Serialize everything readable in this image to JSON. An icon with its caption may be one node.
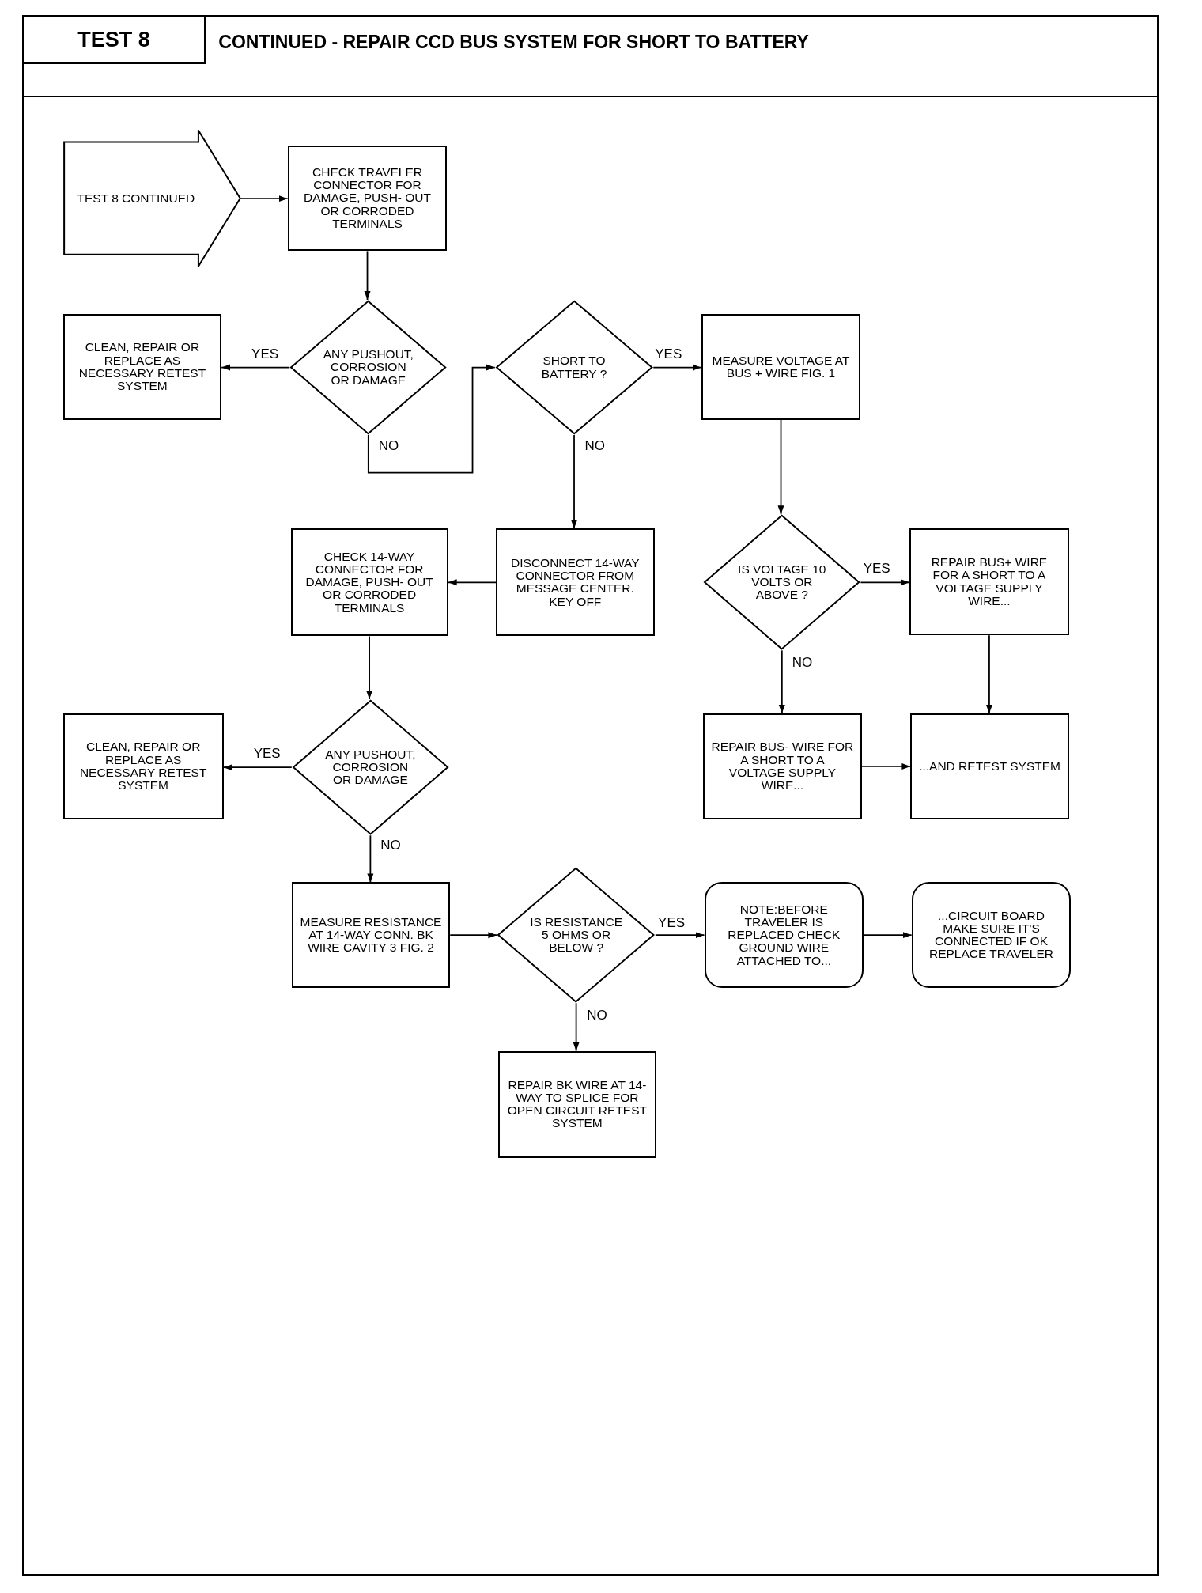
{
  "diagram": {
    "title": "CONTINUED - REPAIR CCD BUS SYSTEM FOR SHORT TO BATTERY",
    "nodes": [
      {
        "text": [
          "TEST 8 CONTINUED"
        ]
      },
      {
        "text": [
          "CHECK TRAVELER CONNECTOR FOR DAMAGE, PUSH- OUT OR CORRODED TERMINALS"
        ]
      },
      {
        "text": [
          "ANY PUSHOUT, CORROSION OR DAMAGE"
        ]
      },
      {
        "text": [
          "CLEAN, REPAIR OR REPLACE AS NECESSARY RETEST SYSTEM"
        ]
      },
      {
        "text": [
          "SHORT TO BATTERY ?"
        ]
      },
      {
        "text": [
          "MEASURE VOLTAGE AT BUS + WIRE FIG. 1"
        ]
      },
      {
        "text": [
          "DISCONNECT 14-WAY CONNECTOR FROM MESSAGE CENTER. KEY OFF"
        ]
      },
      {
        "text": [
          "CHECK 14-WAY CONNECTOR FOR DAMAGE, PUSH- OUT OR CORRODED TERMINALS"
        ]
      },
      {
        "text": [
          "IS VOLTAGE 10 VOLTS OR ABOVE ?"
        ]
      },
      {
        "text": [
          "REPAIR BUS+ WIRE FOR A SHORT TO A VOLTAGE SUPPLY WIRE..."
        ]
      },
      {
        "text": [
          "REPAIR BUS- WIRE FOR A SHORT TO A VOLTAGE SUPPLY WIRE..."
        ]
      },
      {
        "text": [
          "...AND RETEST SYSTEM"
        ]
      },
      {
        "text": [
          "CLEAN, REPAIR OR REPLACE AS NECESSARY RETEST SYSTEM"
        ]
      },
      {
        "text": [
          "ANY PUSHOUT, CORROSION OR DAMAGE"
        ]
      },
      {
        "text": [
          "MEASURE RESISTANCE AT 14-WAY CONN. BK WIRE CAVITY 3 FIG. 2"
        ]
      },
      {
        "text": [
          "IS RESISTANCE 5 OHMS OR BELOW ?"
        ]
      },
      {
        "text": [
          "NOTE:BEFORE TRAVELER IS REPLACED CHECK GROUND WIRE ATTACHED TO..."
        ]
      },
      {
        "text": [
          "...CIRCUIT BOARD MAKE SURE IT'S CONNECTED IF OK REPLACE TRAVELER"
        ]
      },
      {
        "text": [
          "REPAIR BK WIRE AT 14-WAY TO SPLICE FOR OPEN CIRCUIT RETEST SYSTEM"
        ]
      }
    ],
    "edges": [
      {
        "from": 0,
        "to": 1,
        "arrow": "to"
      },
      {
        "from": 1,
        "to": 2,
        "arrow": "to"
      },
      {
        "from": 2,
        "to": 3,
        "arrow": "to",
        "label": "YES"
      },
      {
        "from": 2,
        "to": 4,
        "arrow": "to",
        "label": "NO"
      },
      {
        "from": 4,
        "to": 5,
        "arrow": "to",
        "label": "YES"
      },
      {
        "from": 4,
        "to": 6,
        "arrow": "to",
        "label": "NO"
      },
      {
        "from": 5,
        "to": 8,
        "arrow": "to"
      },
      {
        "from": 6,
        "to": 7,
        "arrow": "to"
      },
      {
        "from": 8,
        "to": 9,
        "arrow": "to",
        "label": "YES"
      },
      {
        "from": 8,
        "to": 10,
        "arrow": "to",
        "label": "NO"
      },
      {
        "from": 9,
        "to": 11,
        "arrow": "to"
      },
      {
        "from": 10,
        "to": 11,
        "arrow": "to"
      },
      {
        "from": 7,
        "to": 13,
        "arrow": "to"
      },
      {
        "from": 13,
        "to": 12,
        "arrow": "to",
        "label": "YES"
      },
      {
        "from": 13,
        "to": 14,
        "arrow": "to",
        "label": "NO"
      },
      {
        "from": 14,
        "to": 15,
        "arrow": "to"
      },
      {
        "from": 15,
        "to": 16,
        "arrow": "to",
        "label": "YES"
      },
      {
        "from": 16,
        "to": 17,
        "arrow": "to"
      },
      {
        "from": 15,
        "to": 18,
        "arrow": "to",
        "label": "NO"
      }
    ],
    "labels": [
      "TEST 8"
    ]
  }
}
